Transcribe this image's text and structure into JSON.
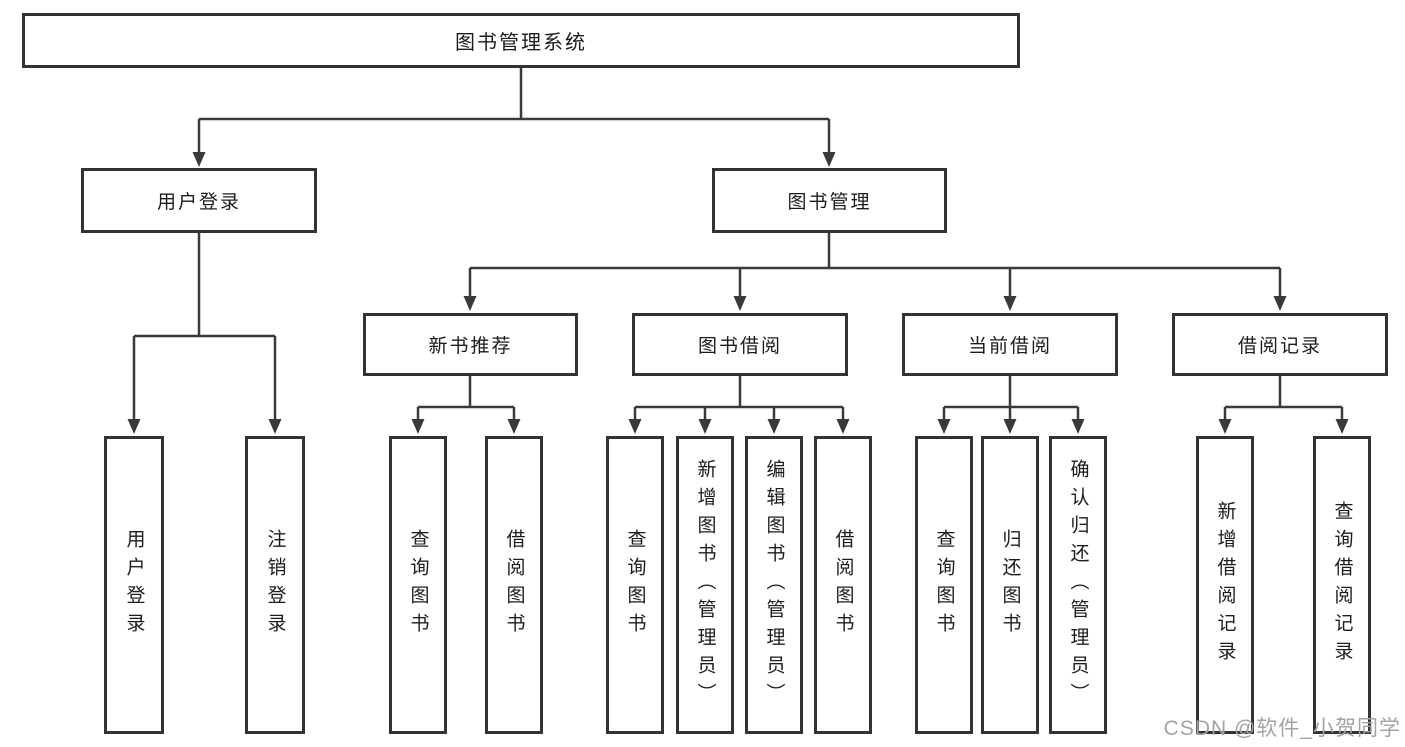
{
  "diagram": {
    "root": {
      "label": "图书管理系统"
    },
    "branches": {
      "user_login": {
        "label": "用户登录",
        "children": [
          {
            "label": "用户登录"
          },
          {
            "label": "注销登录"
          }
        ]
      },
      "book_mgmt": {
        "label": "图书管理",
        "modules": [
          {
            "label": "新书推荐",
            "children": [
              {
                "label": "查询图书"
              },
              {
                "label": "借阅图书"
              }
            ]
          },
          {
            "label": "图书借阅",
            "children": [
              {
                "label": "查询图书"
              },
              {
                "label": "新增图书（管理员）"
              },
              {
                "label": "编辑图书（管理员）"
              },
              {
                "label": "借阅图书"
              }
            ]
          },
          {
            "label": "当前借阅",
            "children": [
              {
                "label": "查询图书"
              },
              {
                "label": "归还图书"
              },
              {
                "label": "确认归还（管理员）"
              }
            ]
          },
          {
            "label": "借阅记录",
            "children": [
              {
                "label": "新增借阅记录"
              },
              {
                "label": "查询借阅记录"
              }
            ]
          }
        ]
      }
    },
    "watermark": "CSDN @软件_小贺同学",
    "colors": {
      "line": "#3a3a3a",
      "box_border": "#333333",
      "box_fill": "#ffffff",
      "text": "#1c1c1c",
      "watermark": "#a3a3a3"
    }
  }
}
